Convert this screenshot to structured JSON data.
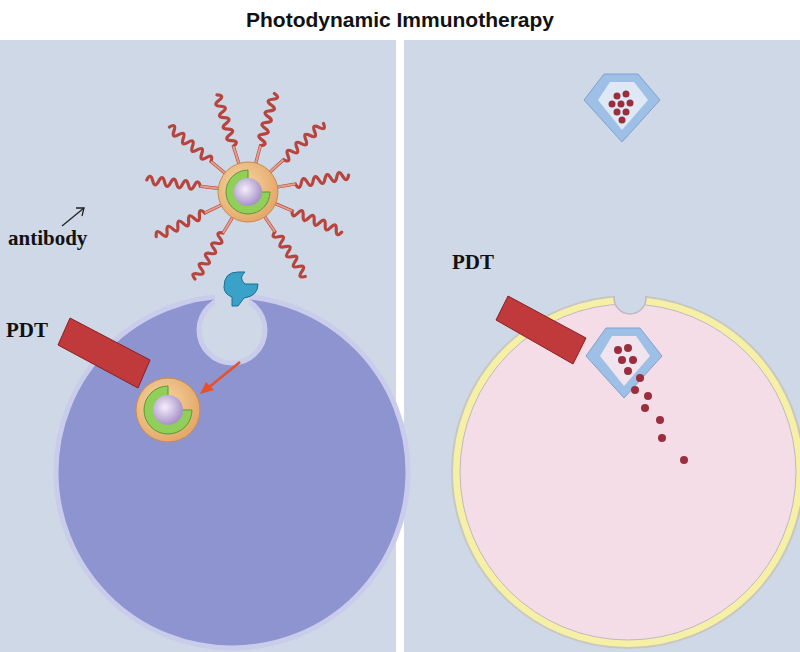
{
  "diagram": {
    "title": "Photodynamic Immunotherapy",
    "labels": [
      "antibody",
      "PDT",
      "PDT"
    ]
  }
}
